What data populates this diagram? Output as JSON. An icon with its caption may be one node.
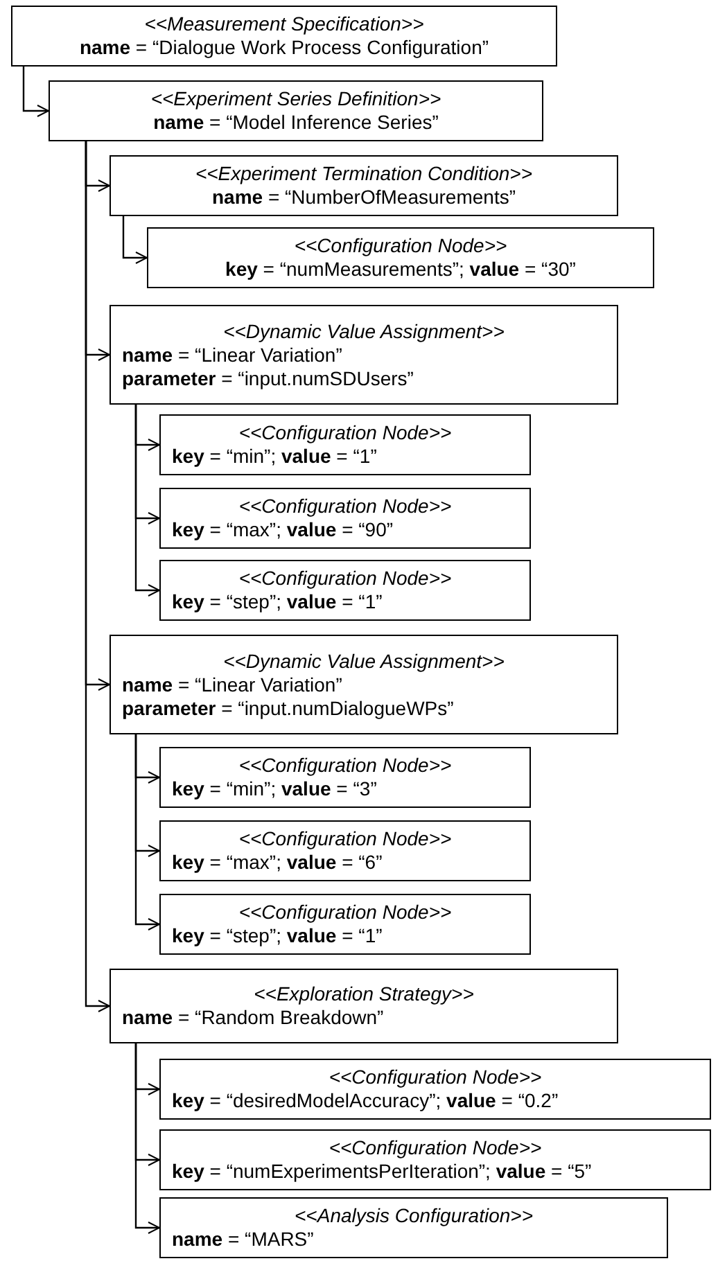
{
  "diagram": {
    "nodes": [
      {
        "text": [
          "<<Measurement Specification>>",
          "**name** = “Dialogue Work Process Configuration”"
        ]
      },
      {
        "text": [
          "<<Experiment Series Definition>>",
          "**name** = “Model Inference Series”"
        ]
      },
      {
        "text": [
          "<<Experiment Termination Condition>>",
          "**name** = “NumberOfMeasurements”"
        ]
      },
      {
        "text": [
          "<<Configuration Node>>",
          "**key** = “numMeasurements”; **value** = “30”"
        ]
      },
      {
        "text": [
          "<<Dynamic Value Assignment>>",
          "**name** = “Linear Variation”",
          "**parameter** = “input.numSDUsers”"
        ]
      },
      {
        "text": [
          "<<Configuration Node>>",
          "**key** = “min”; **value** = “1”"
        ]
      },
      {
        "text": [
          "<<Configuration Node>>",
          "**key** = “max”; **value** = “90”"
        ]
      },
      {
        "text": [
          "<<Configuration Node>>",
          "**key** = “step”; **value** = “1”"
        ]
      },
      {
        "text": [
          "<<Dynamic Value Assignment>>",
          "**name** = “Linear Variation”",
          "**parameter** = “input.numDialogueWPs”"
        ]
      },
      {
        "text": [
          "<<Configuration Node>>",
          "**key** = “min”; **value** = “3”"
        ]
      },
      {
        "text": [
          "<<Configuration Node>>",
          "**key** = “max”; **value** = “6”"
        ]
      },
      {
        "text": [
          "<<Configuration Node>>",
          "**key** = “step”; **value** = “1”"
        ]
      },
      {
        "text": [
          "<<Exploration Strategy>>",
          "**name** = “Random Breakdown”"
        ]
      },
      {
        "text": [
          "<<Configuration Node>>",
          "**key** = “desiredModelAccuracy”; **value** = “0.2”"
        ]
      },
      {
        "text": [
          "<<Configuration Node>>",
          "**key** = “numExperimentsPerIteration”; **value** = “5”"
        ]
      },
      {
        "text": [
          "<<Analysis Configuration>>",
          "**name** = “MARS”"
        ]
      }
    ],
    "edges": [
      {
        "from": 0,
        "to": 1,
        "arrow": "to"
      },
      {
        "from": 1,
        "to": 2,
        "arrow": "to"
      },
      {
        "from": 2,
        "to": 3,
        "arrow": "to"
      },
      {
        "from": 1,
        "to": 4,
        "arrow": "to"
      },
      {
        "from": 4,
        "to": 5,
        "arrow": "to"
      },
      {
        "from": 4,
        "to": 6,
        "arrow": "to"
      },
      {
        "from": 4,
        "to": 7,
        "arrow": "to"
      },
      {
        "from": 1,
        "to": 8,
        "arrow": "to"
      },
      {
        "from": 8,
        "to": 9,
        "arrow": "to"
      },
      {
        "from": 8,
        "to": 10,
        "arrow": "to"
      },
      {
        "from": 8,
        "to": 11,
        "arrow": "to"
      },
      {
        "from": 1,
        "to": 12,
        "arrow": "to"
      },
      {
        "from": 12,
        "to": 13,
        "arrow": "to"
      },
      {
        "from": 12,
        "to": 14,
        "arrow": "to"
      },
      {
        "from": 12,
        "to": 15,
        "arrow": "to"
      }
    ]
  }
}
